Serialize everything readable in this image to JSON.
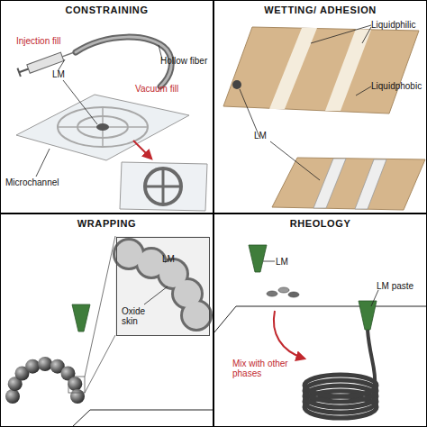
{
  "diagram": {
    "nodes": [
      {
        "text": [
          "CONSTRAINING"
        ]
      },
      {
        "text": [
          "WETTING/ ADHESION"
        ]
      },
      {
        "text": [
          "WRAPPING"
        ]
      },
      {
        "text": [
          "LM",
          "Oxide skin"
        ],
        "in": 2
      },
      {
        "text": [
          "RHEOLOGY"
        ]
      }
    ],
    "labels": [
      "Injection fill",
      "Hollow fiber",
      "LM",
      "Microchannel",
      "Vacuum fill",
      "Liquidphilic",
      "Liquidphobic",
      "LM",
      "LM",
      "LM paste",
      "Mix with other phases"
    ]
  }
}
